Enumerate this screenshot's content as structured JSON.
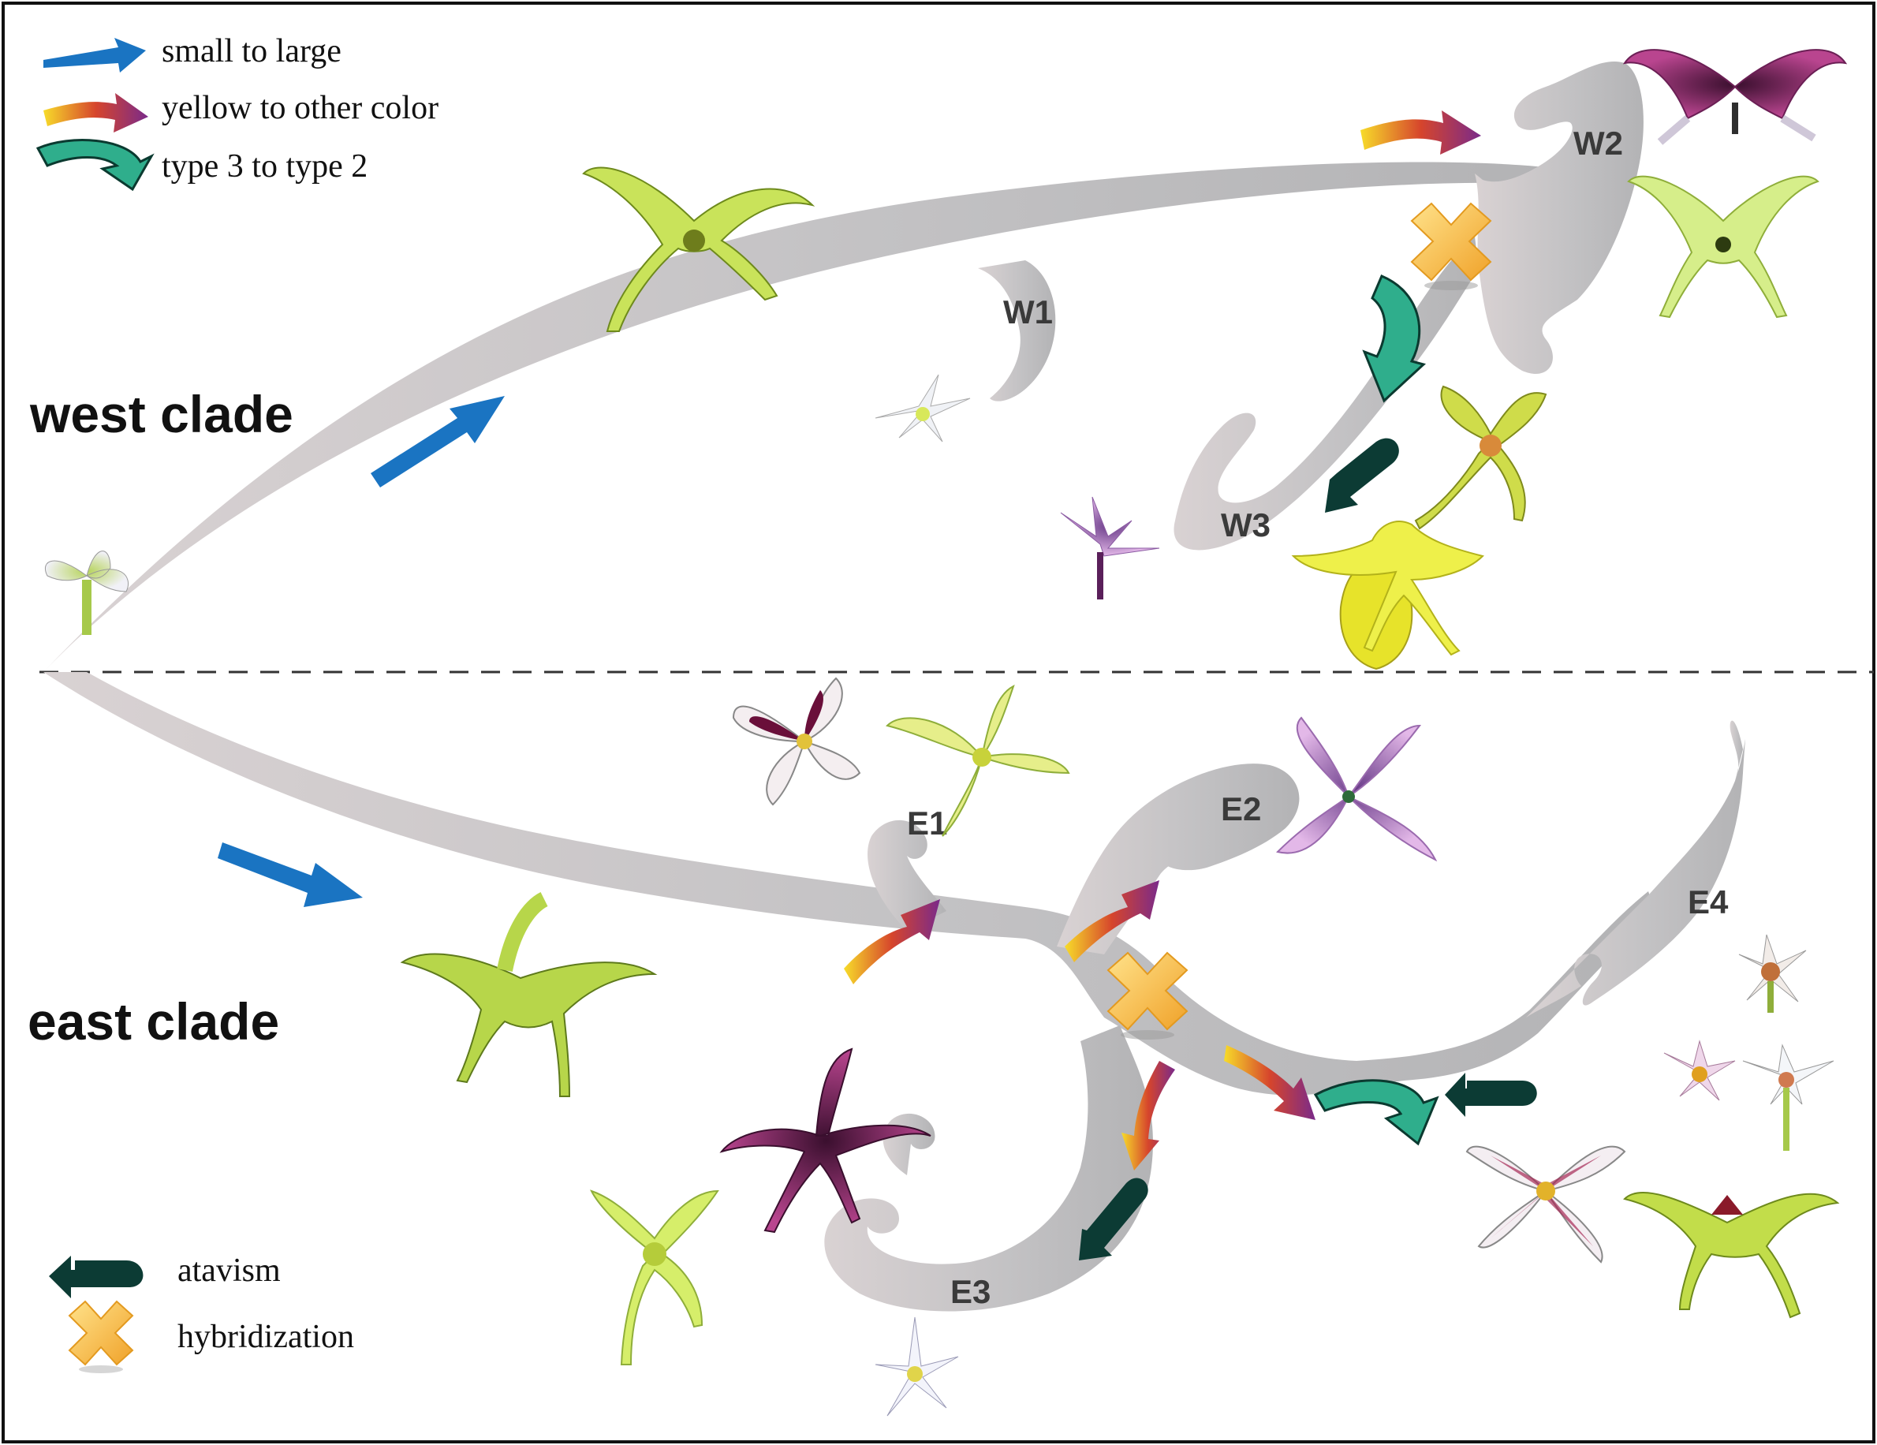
{
  "legend": {
    "small_to_large": "small to large",
    "yellow_to_other": "yellow to other color",
    "type3_to_type2": "type 3 to type 2",
    "atavism": "atavism",
    "hybridization": "hybridization"
  },
  "clades": {
    "west": "west clade",
    "east": "east clade"
  },
  "branch_labels": {
    "W1": "W1",
    "W2": "W2",
    "W3": "W3",
    "E1": "E1",
    "E2": "E2",
    "E3": "E3",
    "E4": "E4"
  },
  "colors": {
    "branch": "#b9b9bb",
    "blue_arrow": "#1a74c2",
    "gradient_start": "#f7dc2a",
    "gradient_mid": "#d6452c",
    "gradient_end": "#7a2a8a",
    "type_arrow": "#2fae8c",
    "atavism_arrow": "#0c3b34",
    "hybrid_cross": "#f6b93a",
    "text": "#111111",
    "branch_label": "#3a3a3a"
  },
  "icons": [
    "small-to-large-arrow-icon",
    "yellow-to-other-color-arrow-icon",
    "type3-to-type2-arrow-icon",
    "atavism-arrow-icon",
    "hybridization-cross-icon",
    "flower-icon"
  ]
}
